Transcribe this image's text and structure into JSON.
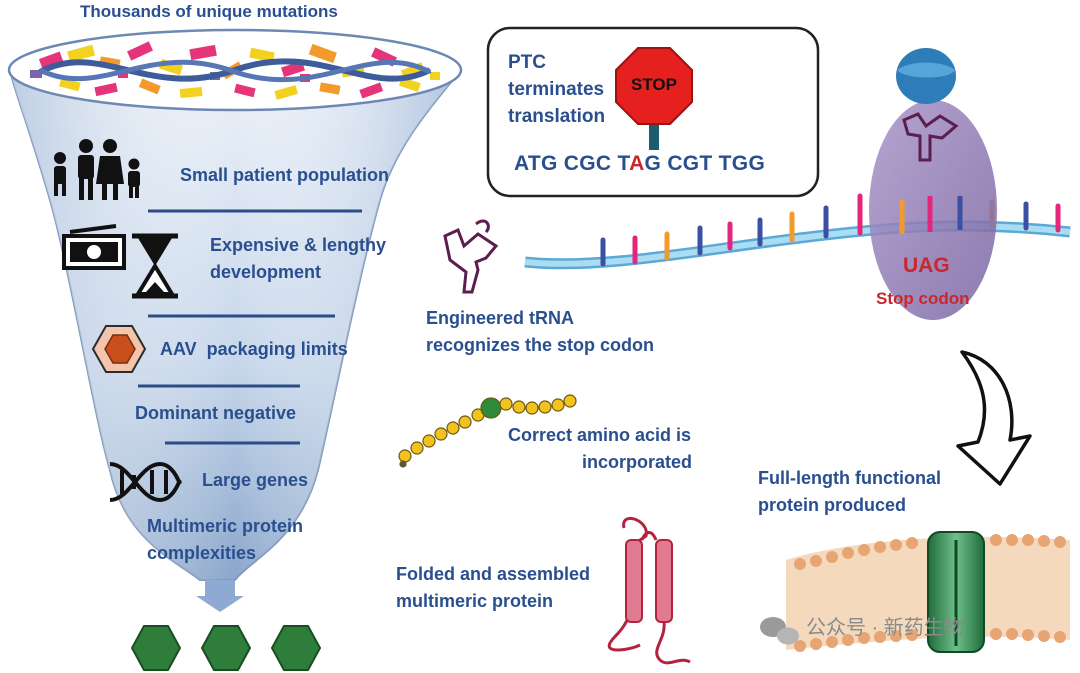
{
  "funnel": {
    "title": "Thousands of unique mutations",
    "items": [
      "Small patient population",
      "Expensive & lengthy",
      "development",
      "AAV  packaging limits",
      "Dominant negative",
      "Large genes",
      "Multimeric protein",
      "complexities"
    ]
  },
  "ptc_box": {
    "line1": "PTC",
    "line2": "terminates",
    "line3": "translation",
    "stop_sign": "STOP",
    "seq_a": "ATG CGC T",
    "seq_stop": "A",
    "seq_b": "G CGT TGG"
  },
  "ribosome": {
    "codon": "UAG",
    "codon_label": "Stop codon"
  },
  "trna_label": [
    "Engineered tRNA",
    "recognizes the stop codon"
  ],
  "amino_label": [
    "Correct amino acid is",
    "incorporated"
  ],
  "folded_label": [
    "Folded and assembled",
    "multimeric protein"
  ],
  "fulllength_label": [
    "Full-length functional",
    "protein produced"
  ],
  "watermark": "公众号 · 新药生物",
  "colors": {
    "text_blue": "#2a4f8f",
    "stop_red": "#c8282b",
    "funnel_top": "#eaf0f8",
    "funnel_bottom": "#9db5d3",
    "ribosome": "#9b82b8",
    "hexagon_green": "#2e7d3a",
    "mrna": "#8ecbe6"
  },
  "icons": [
    "family-icon",
    "money-hourglass-icon",
    "aav-hexagon-icon",
    "dna-icon",
    "stop-sign-icon",
    "trna-icon",
    "ribosome-icon",
    "arrow-icon",
    "membrane-channel-icon",
    "wechat-icon"
  ]
}
